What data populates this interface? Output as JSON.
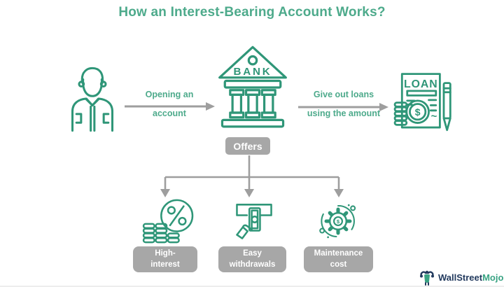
{
  "title": "How an Interest-Bearing Account Works?",
  "colors": {
    "accent_teal": "#4daa8b",
    "icon_green": "#2f9678",
    "connector_gray": "#9e9e9e",
    "badge_gray": "#a7a7a7",
    "brand_navy": "#223a5e",
    "brand_green": "#39a383"
  },
  "flow": {
    "step1": {
      "line1": "Opening an",
      "line2": "account"
    },
    "bank_sign": "BANK",
    "offers_badge": "Offers",
    "step2": {
      "line1": "Give out loans",
      "line2": "using the amount"
    },
    "loan_sign": "LOAN"
  },
  "glyphs": {
    "percent": "%",
    "dollar": "$",
    "tilde": "~"
  },
  "offers": [
    {
      "line1": "High-",
      "line2": "interest"
    },
    {
      "line1": "Easy",
      "line2": "withdrawals"
    },
    {
      "line1": "Maintenance",
      "line2": "cost"
    }
  ],
  "brand": {
    "part1": "WallStreet",
    "part2": "Mojo"
  }
}
